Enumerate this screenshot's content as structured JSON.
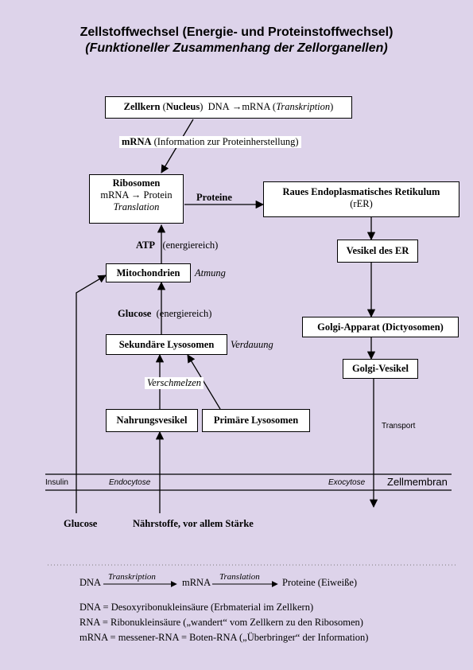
{
  "title": "Zellstoffwechsel (Energie- und Proteinstoffwechsel)",
  "subtitle": "(Funktioneller Zusammenhang der Zellorganellen)",
  "nucleus": {
    "name": "Zellkern",
    "latin": "Nucleus",
    "dna": "DNA",
    "arrow": "→",
    "mrna": "mRNA",
    "process": "Transkription"
  },
  "mrna_label": {
    "name": "mRNA",
    "desc": "(Information zur Proteinherstellung)"
  },
  "ribosome": {
    "name": "Ribosomen",
    "line2_a": "mRNA",
    "line2_arrow": "→",
    "line2_b": "Protein",
    "process": "Translation"
  },
  "proteine_label": "Proteine",
  "rer": {
    "line1": "Raues Endoplasmatisches Retikulum",
    "line2": "(rER)"
  },
  "vesikel_er": "Vesikel des ER",
  "golgi": "Golgi-Apparat (Dictyosomen)",
  "golgi_vesikel": "Golgi-Vesikel",
  "transport": "Transport",
  "atp": {
    "name": "ATP",
    "desc": "(energiereich)"
  },
  "mitochondria": {
    "name": "Mitochondrien",
    "process": "Atmung"
  },
  "glucose_label": {
    "name": "Glucose",
    "desc": "(energiereich)"
  },
  "sek_lysosomen": {
    "name": "Sekundäre Lysosomen",
    "process": "Verdauung"
  },
  "verschmelzen": "Verschmelzen",
  "nahrungsvesikel": "Nahrungsvesikel",
  "primaere_lysosomen": "Primäre Lysosomen",
  "membrane": {
    "insulin": "Insulin",
    "endocytose": "Endocytose",
    "exocytose": "Exocytose",
    "name": "Zellmembran"
  },
  "bottom": {
    "glucose": "Glucose",
    "naehrstoffe": "Nährstoffe, vor allem Stärke"
  },
  "legend": {
    "dna": "DNA",
    "transkription": "Transkription",
    "mrna": "mRNA",
    "translation": "Translation",
    "proteine": "Proteine (Eiweiße)",
    "def1": "DNA = Desoxyribonukleinsäure (Erbmaterial im Zellkern)",
    "def2": "RNA = Ribonukleinsäure („wandert“ vom Zellkern zu den Ribosomen)",
    "def3": "mRNA = messener-RNA =  Boten-RNA („Überbringer“ der Information)"
  }
}
